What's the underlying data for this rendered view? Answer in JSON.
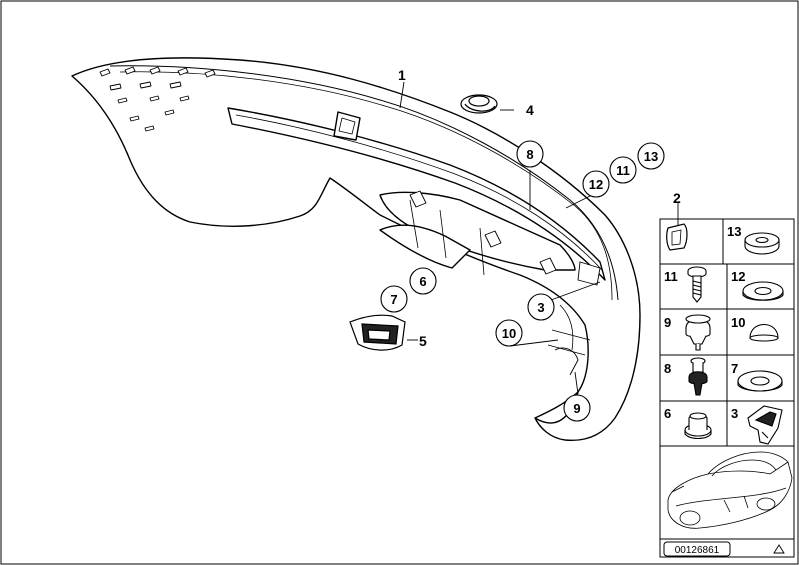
{
  "diagram": {
    "callouts": {
      "c1": "1",
      "c2": "2",
      "c3": "3",
      "c4": "4",
      "c5": "5",
      "c6": "6",
      "c7": "7",
      "c8": "8",
      "c9": "9",
      "c10": "10",
      "c11": "11",
      "c12": "12",
      "c13": "13"
    },
    "parts_panel": {
      "p13": "13",
      "p11": "11",
      "p12": "12",
      "p9": "9",
      "p10": "10",
      "p8": "8",
      "p7": "7",
      "p6": "6",
      "p3": "3"
    },
    "catalog_number": "00126861"
  }
}
